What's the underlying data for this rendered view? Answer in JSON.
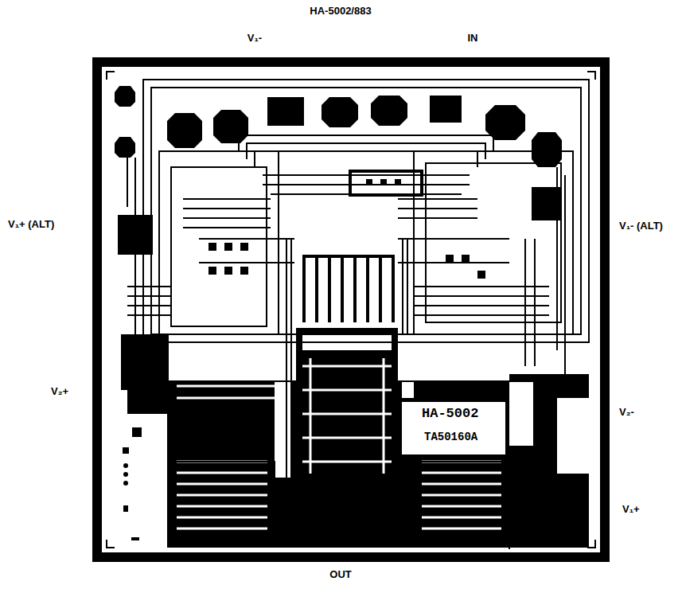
{
  "diagram": {
    "title": "HA-5002/883",
    "labels": [
      "V₁-",
      "IN",
      "V₁+ (ALT)",
      "V₁- (ALT)",
      "V₂+",
      "V₂-",
      "V₁+",
      "OUT",
      "HA-5002",
      "TA50160A"
    ]
  }
}
